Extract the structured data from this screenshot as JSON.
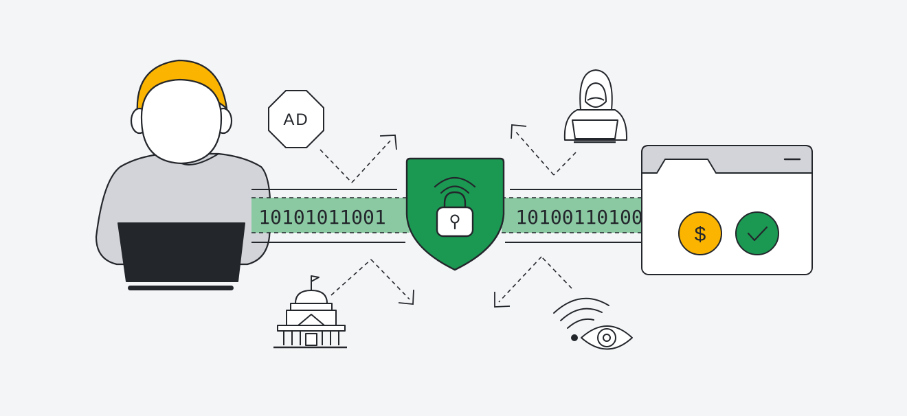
{
  "diagram": {
    "left_stream_bits": "10101011001",
    "right_stream_bits": "10100110100",
    "ad_label": "AD",
    "dollar_symbol": "$",
    "colors": {
      "background": "#f4f5f7",
      "stroke": "#23262b",
      "hair": "#fbb400",
      "sweater": "#d2d4da",
      "laptop": "#23262b",
      "shield": "#1b9953",
      "data_band": "#8bc9a3",
      "browser_bar": "#d2d4da",
      "coin": "#fbb400",
      "check_circle": "#1b9953"
    },
    "icons": {
      "user": "user-with-laptop-icon",
      "ad": "ad-octagon-icon",
      "government": "government-building-icon",
      "hacker": "hooded-hacker-icon",
      "wifi_eye": "wifi-surveillance-eye-icon",
      "vpn": "vpn-shield-lock-icon",
      "browser": "browser-window-icon"
    }
  }
}
